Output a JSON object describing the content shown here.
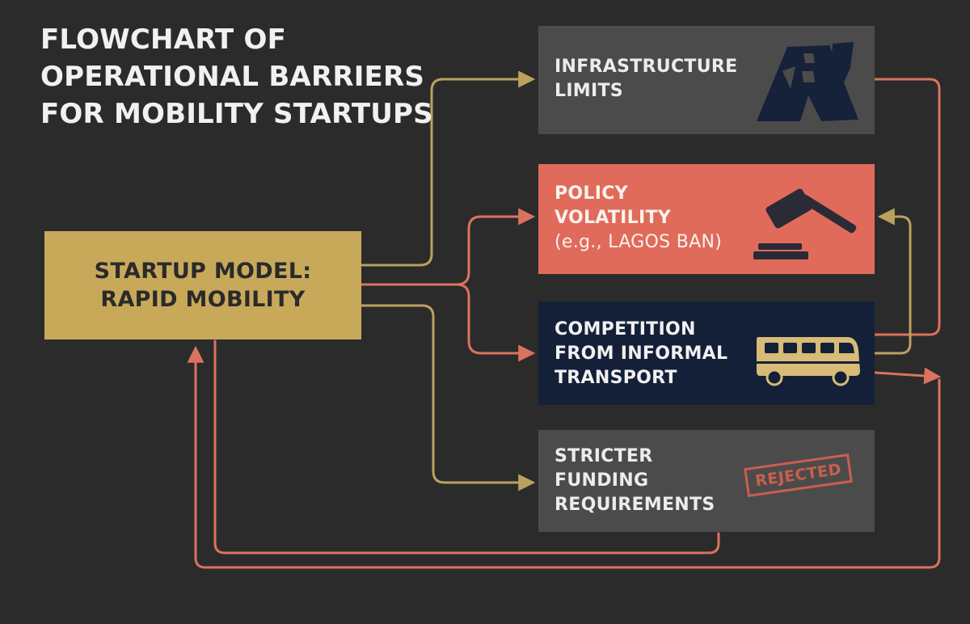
{
  "title": {
    "lines": [
      "FLOWCHART OF",
      "OPERATIONAL BARRIERS",
      "FOR MOBILITY STARTUPS"
    ]
  },
  "start_box": {
    "lines": [
      "STARTUP MODEL:",
      "RAPID MOBILITY"
    ],
    "color": "#c8a95a"
  },
  "barriers": [
    {
      "id": "infrastructure",
      "lines": [
        "INFRASTRUCTURE",
        "LIMITS"
      ],
      "icon": "road-icon",
      "color": "#4b4b4b"
    },
    {
      "id": "policy",
      "lines": [
        "POLICY",
        "VOLATILITY",
        "(e.g., LAGOS BAN)"
      ],
      "icon": "gavel-icon",
      "color": "#e06b5a"
    },
    {
      "id": "competition",
      "lines": [
        "COMPETITION",
        "FROM INFORMAL",
        "TRANSPORT"
      ],
      "icon": "bus-icon",
      "color": "#142038"
    },
    {
      "id": "funding",
      "lines": [
        "STRICTER",
        "FUNDING",
        "REQUIREMENTS"
      ],
      "icon": "rejected-stamp-icon",
      "stamp": "REJECTED",
      "color": "#4b4b4b"
    }
  ],
  "connector_colors": {
    "olive": "#b9a25e",
    "red": "#d9735f"
  }
}
